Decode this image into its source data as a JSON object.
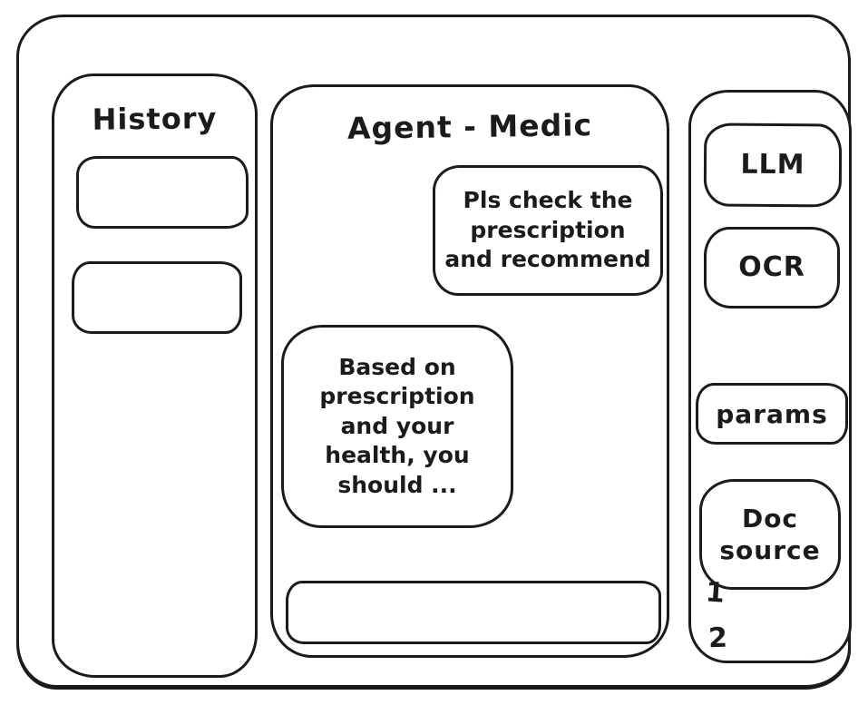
{
  "window": {
    "stroke_color": "#1b1b1b",
    "background_color": "#ffffff"
  },
  "sidebar": {
    "title": "History",
    "items": [
      {
        "label": ""
      },
      {
        "label": ""
      }
    ]
  },
  "chat": {
    "title": "Agent - Medic",
    "messages": [
      {
        "role": "user",
        "text": "Pls check the prescription and recommend"
      },
      {
        "role": "agent",
        "text": "Based on prescription and your health, you should ..."
      }
    ],
    "input": {
      "value": "",
      "placeholder": ""
    }
  },
  "tools": {
    "buttons": [
      {
        "id": "llm",
        "label": "LLM"
      },
      {
        "id": "ocr",
        "label": "OCR"
      },
      {
        "id": "params",
        "label": "params"
      },
      {
        "id": "doc-source",
        "label": "Doc source"
      }
    ],
    "doc_source_items": [
      "1",
      "2"
    ]
  }
}
